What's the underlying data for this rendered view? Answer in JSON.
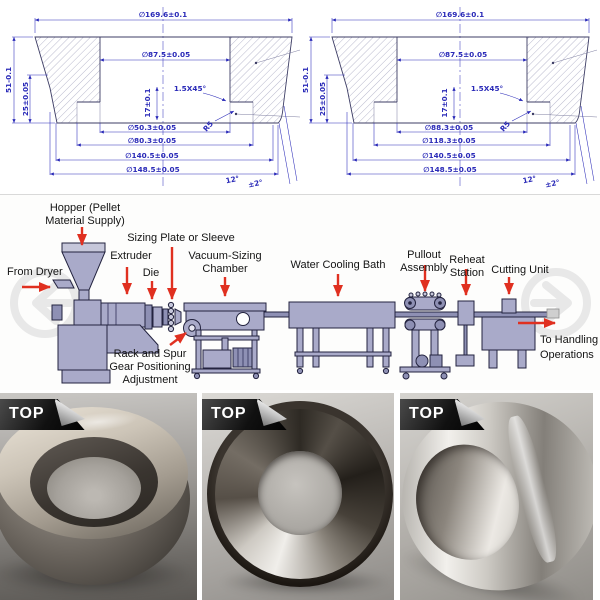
{
  "drawings": {
    "left": {
      "top_dia": "∅169.6±0.1",
      "bore_dia": "∅87.5±0.05",
      "height": "51-0.1",
      "wall_height": "25±0.05",
      "pocket_depth": "17±0.1",
      "chamfer": "1.5X45°",
      "fillet": "R5",
      "dia1": "∅50.3±0.05",
      "dia2": "∅80.3±0.05",
      "dia3": "∅140.5±0.05",
      "dia4": "∅148.5±0.05",
      "taper_angle": "12°",
      "taper_tol": "±2°"
    },
    "right": {
      "top_dia": "∅169.6±0.1",
      "bore_dia": "∅87.5±0.05",
      "height": "51-0.1",
      "wall_height": "25±0.05",
      "pocket_depth": "17±0.1",
      "chamfer": "1.5X45°",
      "fillet": "R5",
      "dia1": "∅88.3±0.05",
      "dia2": "∅118.3±0.05",
      "dia3": "∅140.5±0.05",
      "dia4": "∅148.5±0.05",
      "taper_angle": "12°",
      "taper_tol": "±2°"
    }
  },
  "process_diagram": {
    "labels": {
      "from_dryer": "From Dryer",
      "hopper": [
        "Hopper (Pellet",
        "Material Supply)"
      ],
      "extruder": "Extruder",
      "die": "Die",
      "sizing_plate": "Sizing Plate or Sleeve",
      "vacuum_chamber": [
        "Vacuum-Sizing",
        "Chamber"
      ],
      "water_bath": "Water Cooling Bath",
      "pullout": [
        "Pullout",
        "Assembly"
      ],
      "reheat": [
        "Reheat",
        "Station"
      ],
      "cutting": "Cutting Unit",
      "rack": [
        "Rack and Spur",
        "Gear Positioning",
        "Adjustment"
      ],
      "to_handling": [
        "To Handling",
        "Operations"
      ]
    }
  },
  "photos": {
    "badge_label": "TOP"
  },
  "colors": {
    "dimension_blue": "#2a2ab8",
    "machine_fill": "#a9aac9",
    "arrow_red": "#e03020",
    "watermark_gray": "#e8e8e8",
    "badge_dark": "#111111"
  }
}
